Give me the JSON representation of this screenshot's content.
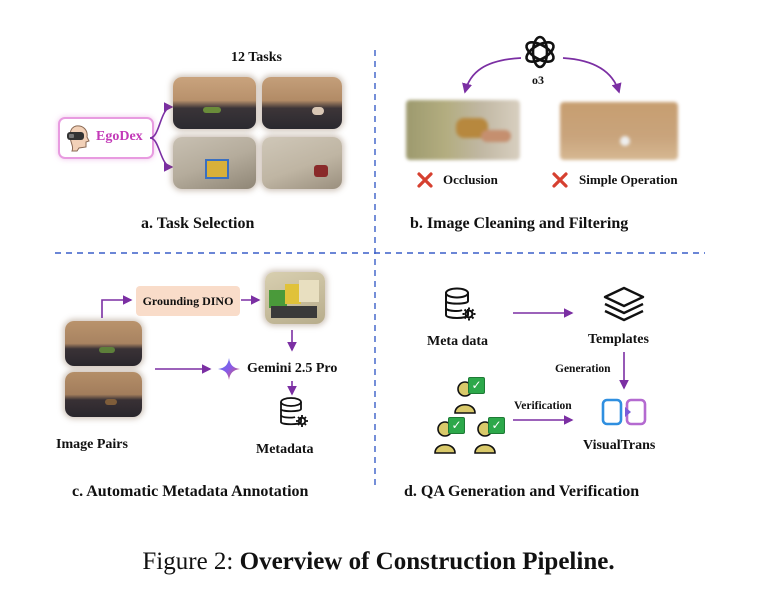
{
  "panels": {
    "a": {
      "title": "a. Task Selection",
      "tasks_label": "12 Tasks",
      "source_label": "EgoDex"
    },
    "b": {
      "title": "b. Image Cleaning and Filtering",
      "model_label": "o3",
      "reject_1": "Occlusion",
      "reject_2": "Simple Operation"
    },
    "c": {
      "title": "c. Automatic Metadata Annotation",
      "grounding_label": "Grounding DINO",
      "gemini_label": "Gemini 2.5 Pro",
      "pairs_label": "Image Pairs",
      "metadata_label": "Metadata"
    },
    "d": {
      "title": "d. QA Generation and Verification",
      "meta_label": "Meta data",
      "templates_label": "Templates",
      "generation_label": "Generation",
      "verification_label": "Verification",
      "visualtrans_label": "VisualTrans"
    }
  },
  "caption": {
    "prefix": "Figure 2: ",
    "bold": "Overview of Construction Pipeline."
  },
  "colors": {
    "arrow": "#7b2fa3",
    "divider": "#3a5fc8",
    "egodex": "#c339b8",
    "reject": "#d64030",
    "check": "#2ca84a"
  }
}
